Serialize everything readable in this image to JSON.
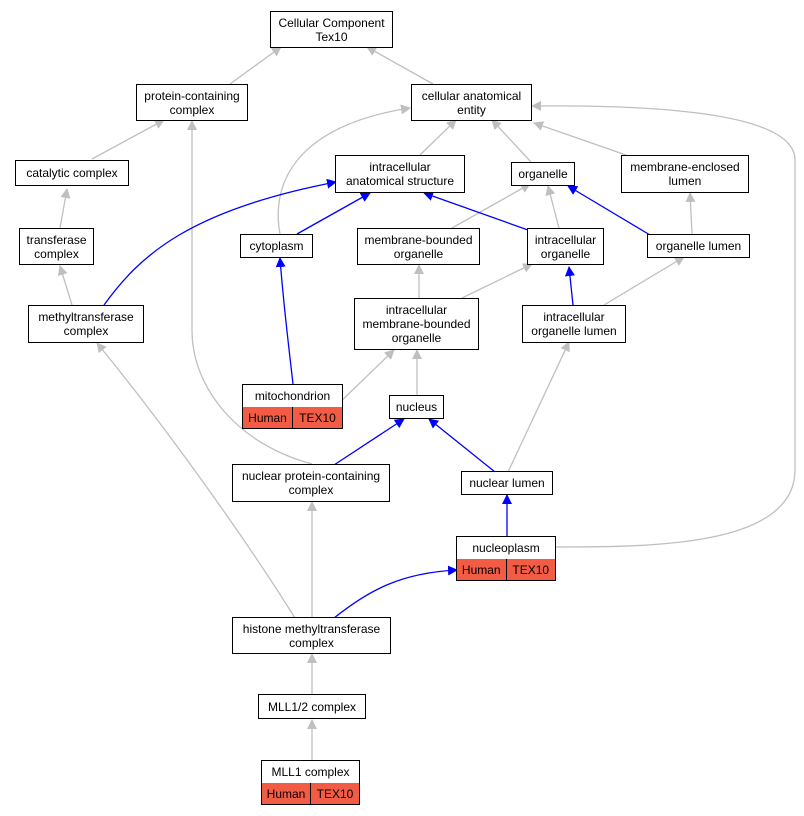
{
  "nodes": {
    "root": "Cellular Component\nTex10",
    "protein_containing_complex": "protein-containing\ncomplex",
    "cellular_anatomical_entity": "cellular anatomical\nentity",
    "catalytic_complex": "catalytic complex",
    "intracellular_anatomical_structure": "intracellular\nanatomical structure",
    "organelle": "organelle",
    "membrane_enclosed_lumen": "membrane-enclosed\nlumen",
    "transferase_complex": "transferase\ncomplex",
    "cytoplasm": "cytoplasm",
    "membrane_bounded_organelle": "membrane-bounded\norganelle",
    "intracellular_organelle": "intracellular\norganelle",
    "organelle_lumen": "organelle lumen",
    "methyltransferase_complex": "methyltransferase\ncomplex",
    "intracellular_membrane_bounded_organelle": "intracellular\nmembrane-bounded\norganelle",
    "intracellular_organelle_lumen": "intracellular\norganelle lumen",
    "mitochondrion": "mitochondrion",
    "nucleus": "nucleus",
    "nuclear_protein_containing_complex": "nuclear protein-containing\ncomplex",
    "nuclear_lumen": "nuclear lumen",
    "nucleoplasm": "nucleoplasm",
    "histone_methyltransferase_complex": "histone methyltransferase\ncomplex",
    "mll1_2_complex": "MLL1/2 complex",
    "mll1_complex": "MLL1 complex"
  },
  "annotation": {
    "species": "Human",
    "gene": "TEX10"
  },
  "colors": {
    "is_a_edge": "#bfbfbf",
    "part_of_edge": "#0000ff",
    "annotation_fill": "#f25b44"
  }
}
